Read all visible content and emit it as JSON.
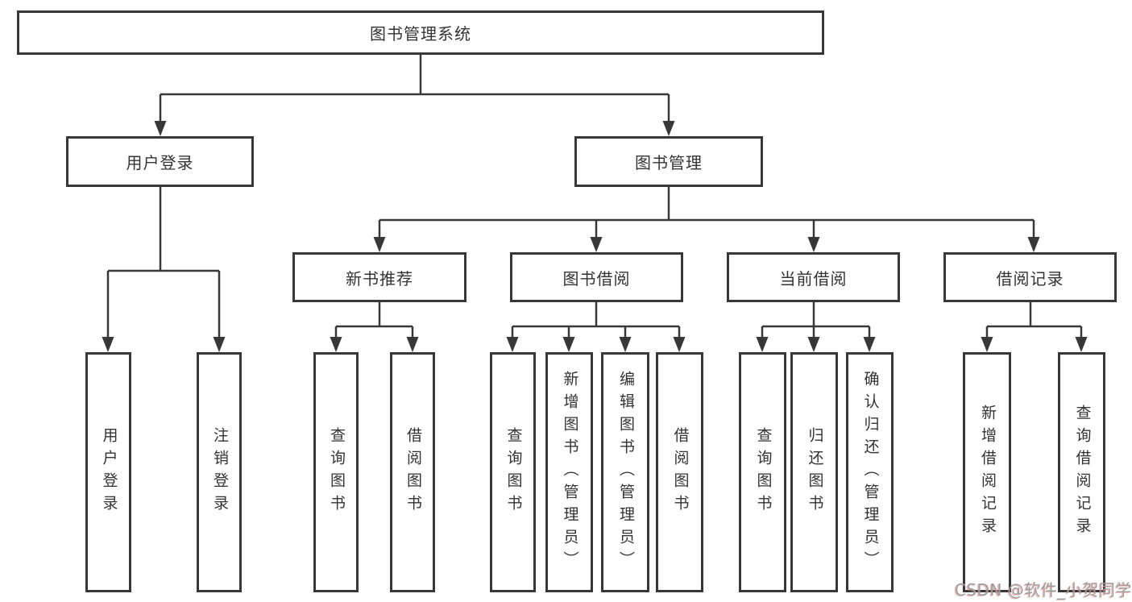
{
  "nodes": {
    "root": {
      "label": "图书管理系统"
    },
    "level2": [
      {
        "label": "用户登录"
      },
      {
        "label": "图书管理"
      }
    ],
    "level3": [
      {
        "label": "新书推荐"
      },
      {
        "label": "图书借阅"
      },
      {
        "label": "当前借阅"
      },
      {
        "label": "借阅记录"
      }
    ],
    "leaves": [
      {
        "label": "用户登录"
      },
      {
        "label": "注销登录"
      },
      {
        "label": "查询图书"
      },
      {
        "label": "借阅图书"
      },
      {
        "label": "查询图书"
      },
      {
        "label": "新增图书（管理员）"
      },
      {
        "label": "编辑图书（管理员）"
      },
      {
        "label": "借阅图书"
      },
      {
        "label": "查询图书"
      },
      {
        "label": "归还图书"
      },
      {
        "label": "确认归还（管理员）"
      },
      {
        "label": "新增借阅记录"
      },
      {
        "label": "查询借阅记录"
      }
    ]
  },
  "watermark": {
    "text": "CSDN @软件_小贺同学"
  },
  "colors": {
    "line": "#383838",
    "box_border": "#383838",
    "text": "#333333",
    "background": "#ffffff",
    "watermark_gray": "#9d9d9d",
    "watermark_red_shadow": "#e47878"
  }
}
